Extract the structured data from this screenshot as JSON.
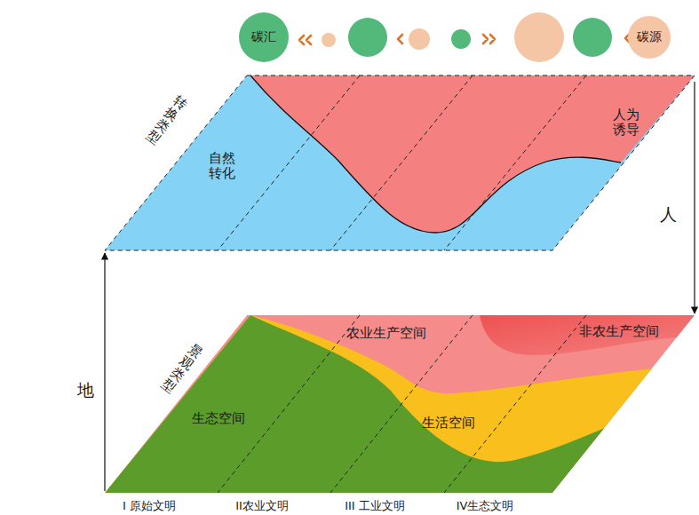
{
  "diagram": {
    "nodes": [
      {
        "text": [
          "碳汇"
        ]
      },
      {
        "text": [
          "碳源"
        ]
      }
    ],
    "labels": [
      "转换类型",
      "自然转化",
      "人为诱导",
      "人",
      "地",
      "景观类型",
      "生态空间",
      "农业生产空间",
      "非农生产空间",
      "生活空间",
      "I 原始文明",
      "II农业文明",
      "III 工业文明",
      "IV生态文明"
    ]
  }
}
